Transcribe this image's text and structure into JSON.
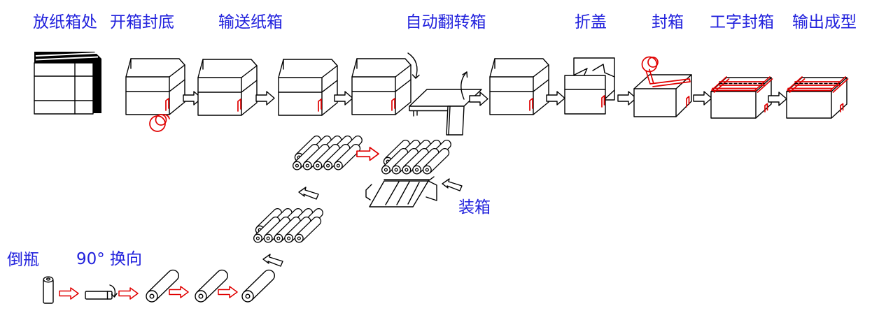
{
  "diagram": {
    "background": "#ffffff",
    "colors": {
      "label_text": "#2222dd",
      "outline": "#000000",
      "accent_red": "#e00000"
    },
    "stations": [
      {
        "id": "carton-storage",
        "label": "放纸箱处"
      },
      {
        "id": "open-box-seal-bottom",
        "label": "开箱封底"
      },
      {
        "id": "convey-carton",
        "label": "输送纸箱"
      },
      {
        "id": "auto-flip-box",
        "label": "自动翻转箱"
      },
      {
        "id": "fold-flaps",
        "label": "折盖"
      },
      {
        "id": "seal-box",
        "label": "封箱"
      },
      {
        "id": "i-shape-taping",
        "label": "工字封箱"
      },
      {
        "id": "output-formed",
        "label": "输出成型"
      }
    ],
    "sub_stations": [
      {
        "id": "packing",
        "label": "装箱"
      },
      {
        "id": "bottle-inverting",
        "label": "倒瓶"
      },
      {
        "id": "turn-90",
        "label": "90° 换向"
      }
    ]
  }
}
